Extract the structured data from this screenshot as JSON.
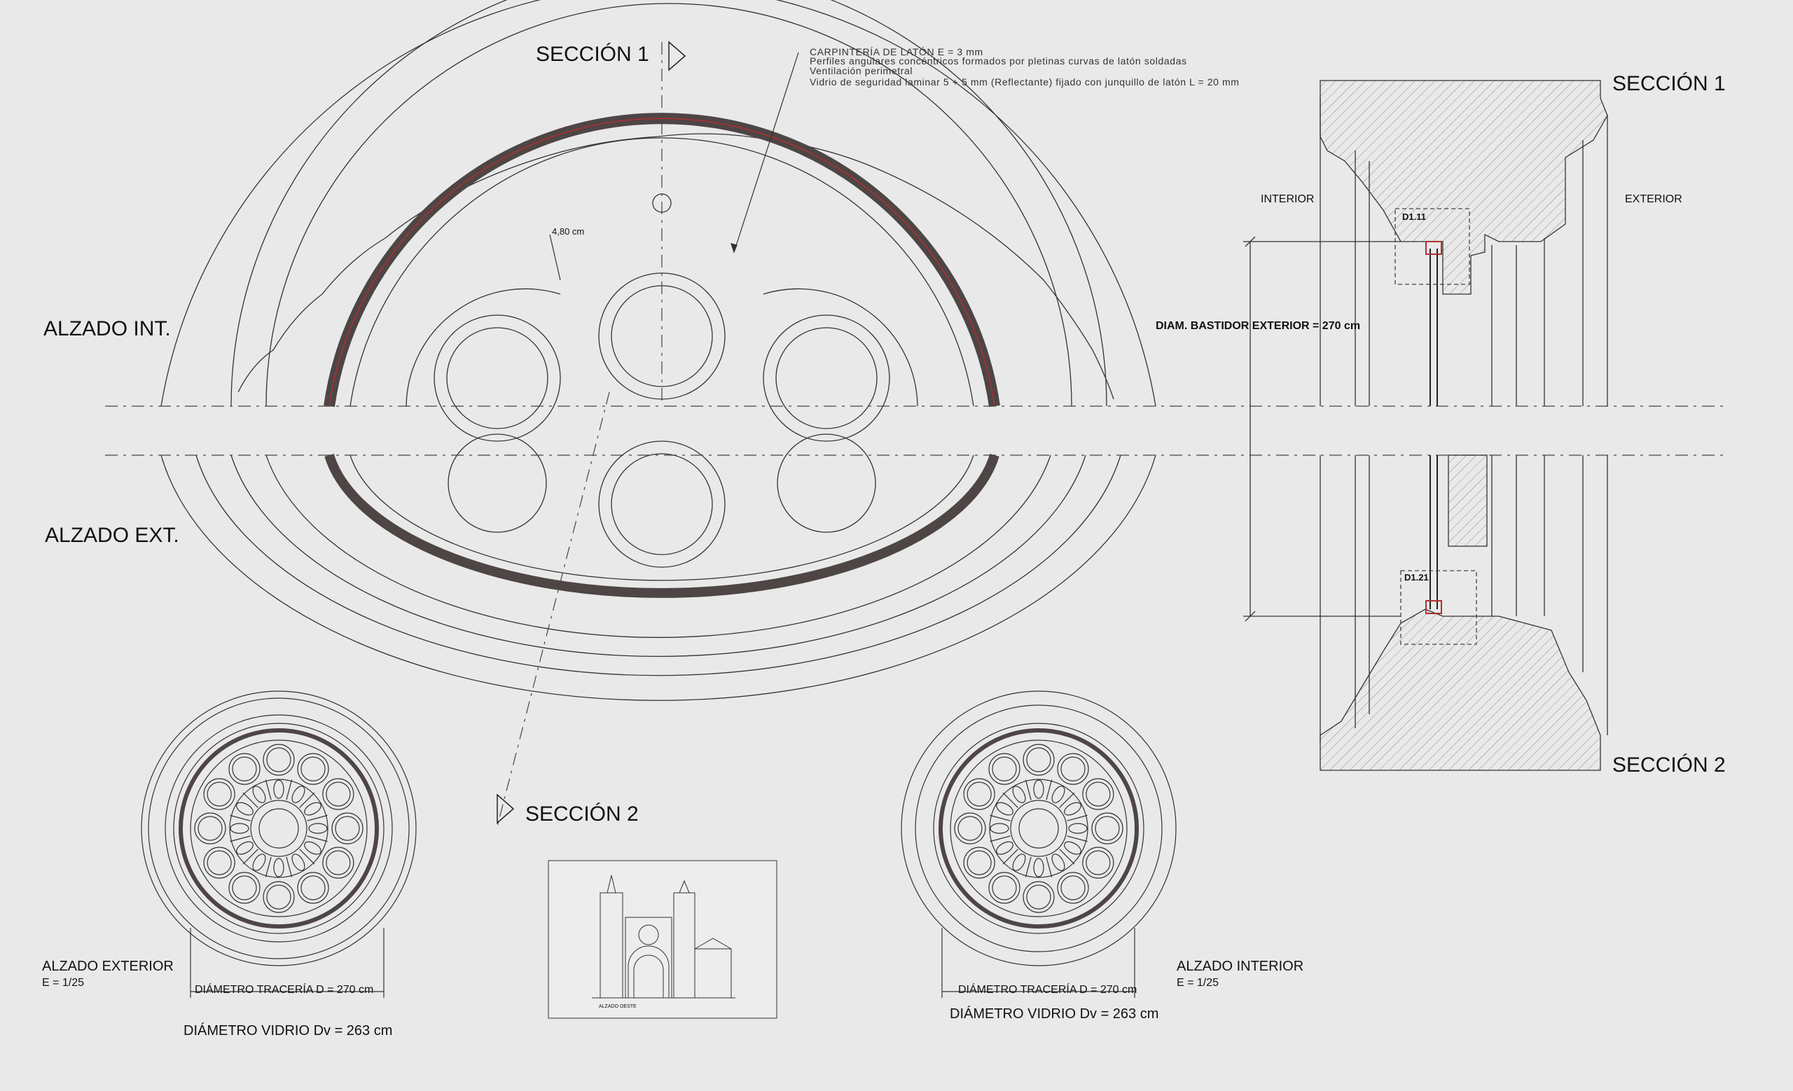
{
  "labels": {
    "seccion1_top": "SECCIÓN 1",
    "seccion2_mid": "SECCIÓN 2",
    "seccion1_right": "SECCIÓN 1",
    "seccion2_right": "SECCIÓN 2",
    "alzado_int": "ALZADO INT.",
    "alzado_ext": "ALZADO EXT.",
    "interior": "INTERIOR",
    "exterior": "EXTERIOR",
    "diam_bastidor": "DIAM. BASTIDOR EXTERIOR = 270 cm",
    "detail_d111": "D1.11",
    "detail_d121": "D1.21",
    "thickness": "4,80 cm",
    "alzado_exterior": "ALZADO EXTERIOR",
    "escala_exterior": "E = 1/25",
    "diam_traceria_left": "DIÁMETRO TRACERÍA D = 270 cm",
    "diam_vidrio_left": "DIÁMETRO VIDRIO Dv = 263 cm",
    "alzado_interior": "ALZADO INTERIOR",
    "escala_interior": "E = 1/25",
    "diam_traceria_right": "DIÁMETRO TRACERÍA D = 270 cm",
    "diam_vidrio_right": "DIÁMETRO VIDRIO Dv = 263 cm",
    "alzado_oeste": "ALZADO OESTE"
  },
  "notes": [
    "CARPINTERÍA DE LATÓN     E = 3 mm",
    "Perfiles angulares concéntricos formados por pletinas curvas de latón soldadas",
    "Ventilación perimetral",
    "Vidrio de seguridad laminar 5 + 5 mm (Reflectante) fijado con junquillo de latón L = 20 mm"
  ],
  "colors": {
    "background": "#e9e9e9",
    "line": "#333333",
    "frame_fill": "#5a4a4a",
    "frame_red": "#b03030",
    "hatch": "#888888"
  }
}
